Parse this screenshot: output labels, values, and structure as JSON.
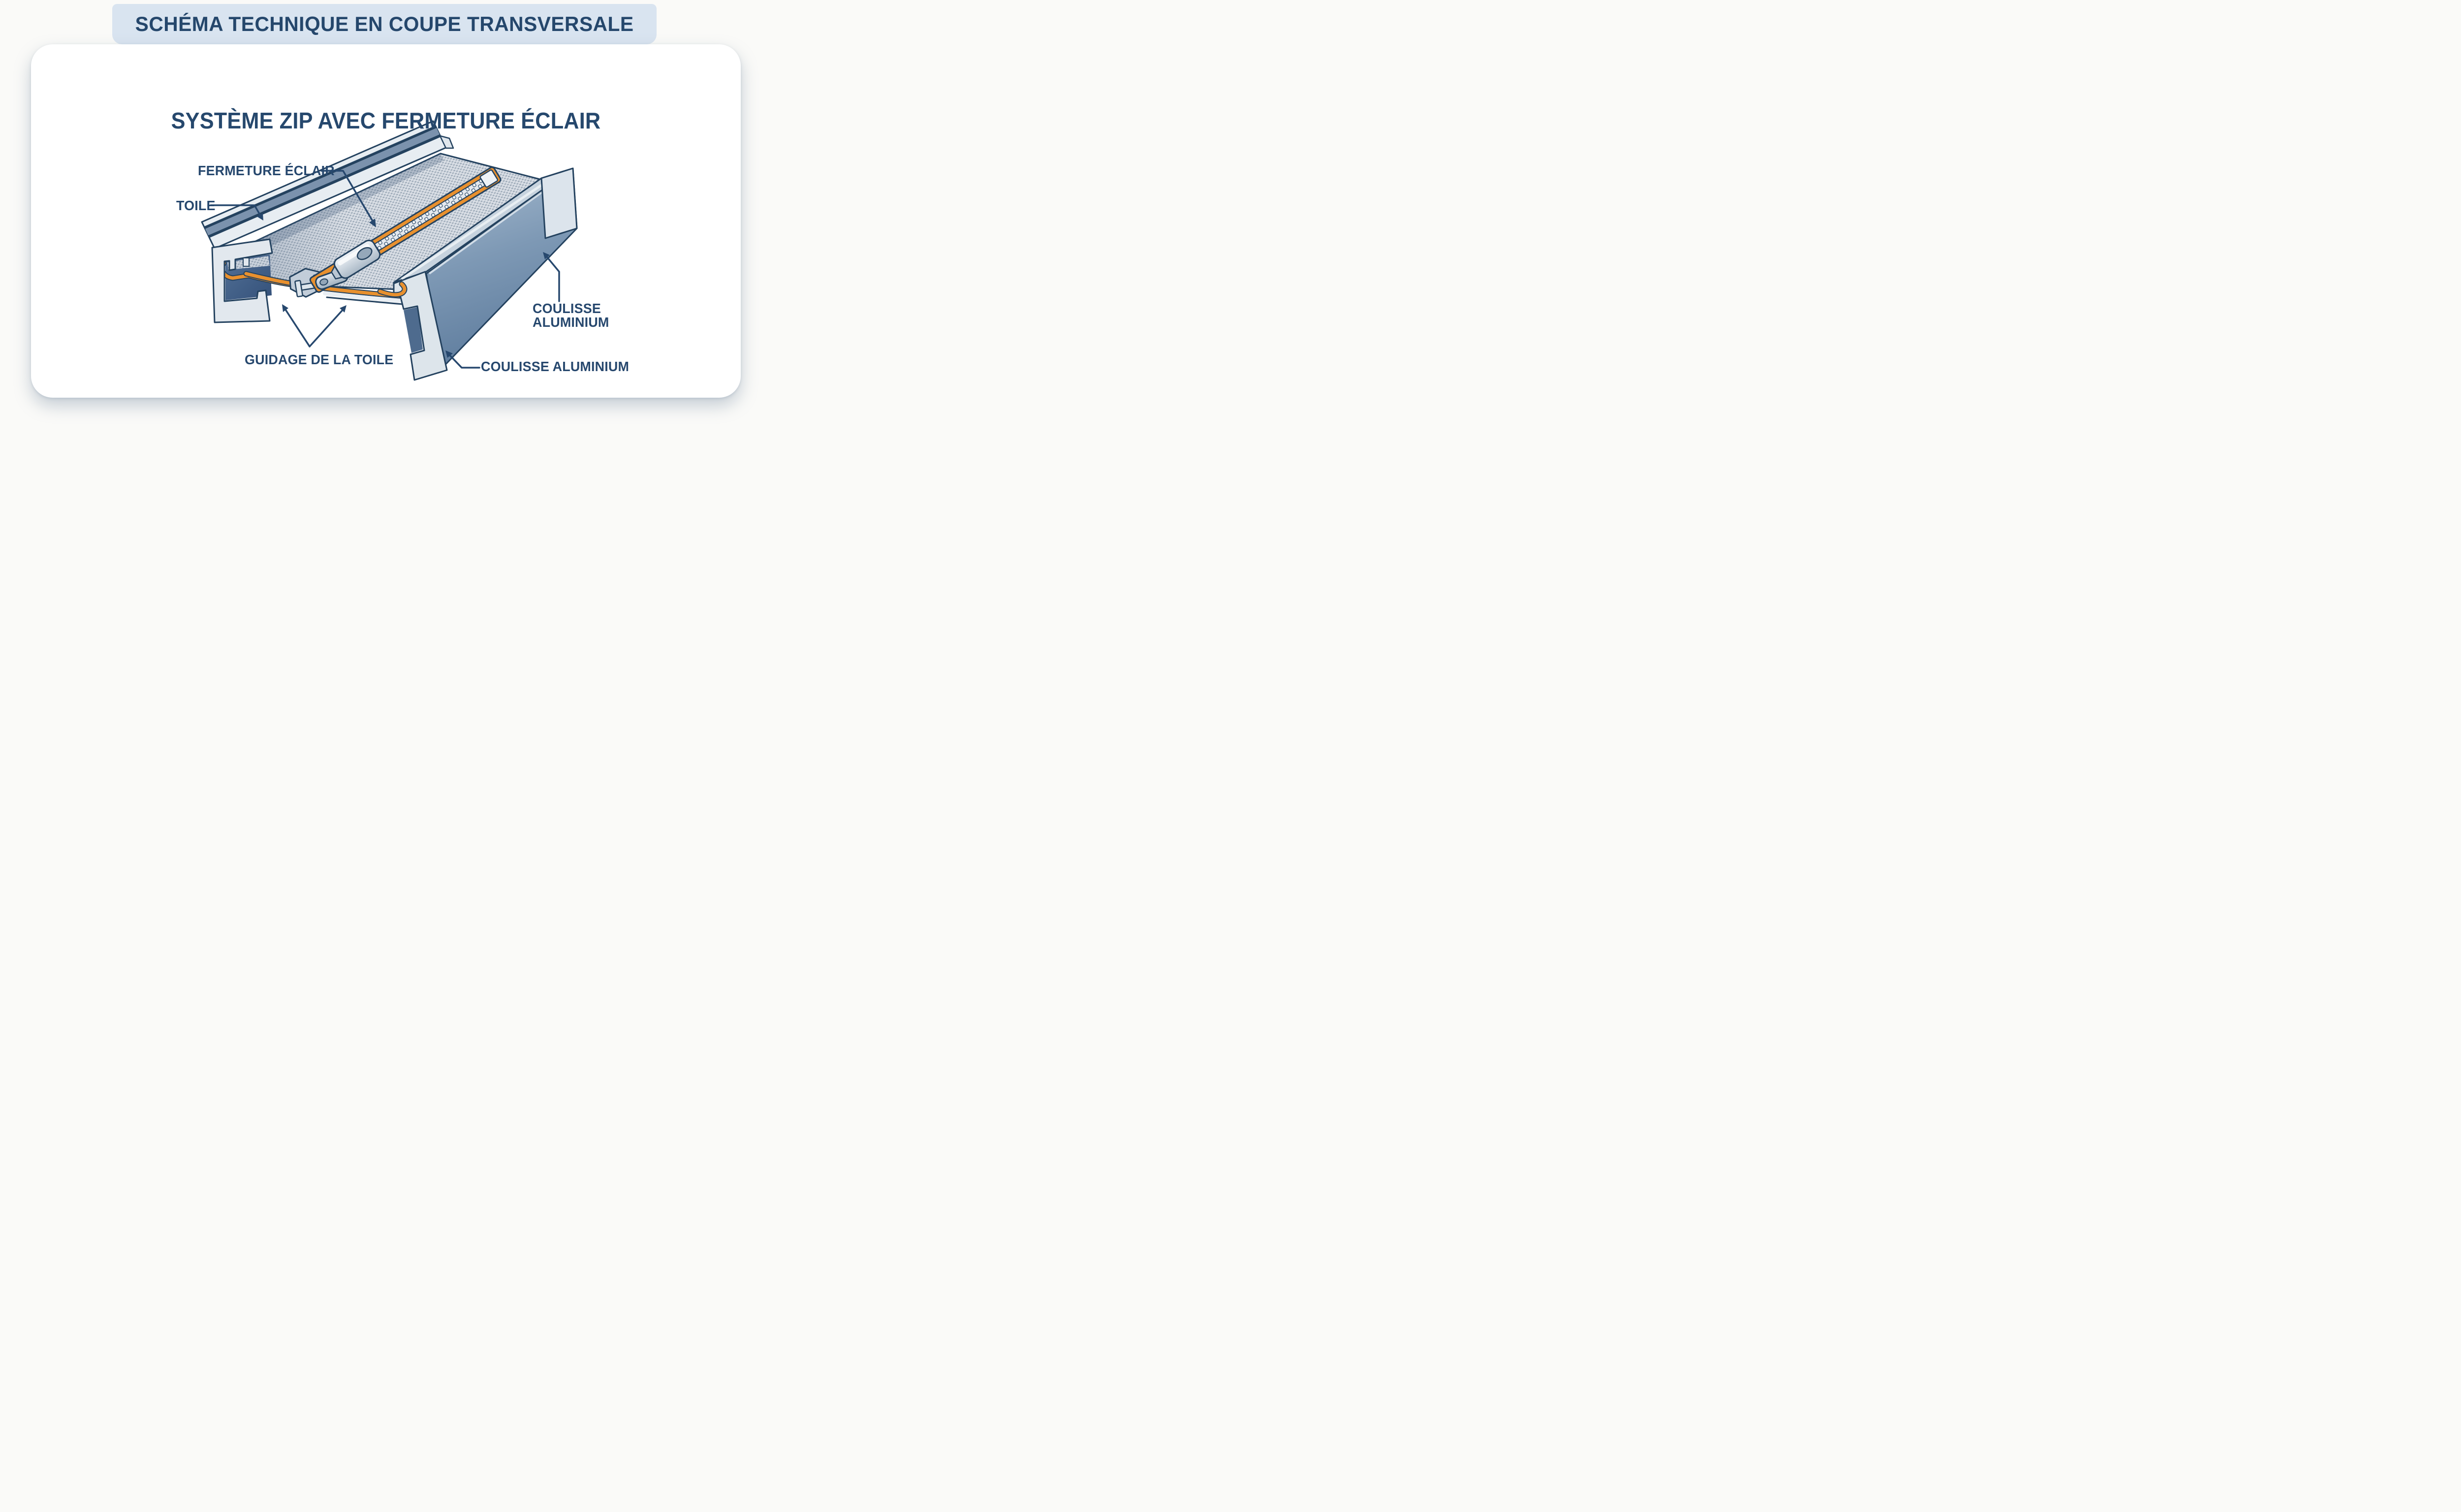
{
  "banner": {
    "title": "SCHÉMA TECHNIQUE EN COUPE TRANSVERSALE"
  },
  "diagram": {
    "title": "SYSTÈME ZIP AVEC FERMETURE ÉCLAIR",
    "labels": {
      "fermeture_eclair": "FERMETURE ÉCLAIR",
      "toile": "TOILE",
      "coulisse_right_line1": "COULISSE",
      "coulisse_right_line2": "ALUMINIUM",
      "guidage_toile": "GUIDAGE DE LA TOILE",
      "coulisse_bottom": "COULISSE ALUMINIUM"
    },
    "colors": {
      "page_background": "#fafaf8",
      "card_background": "#ffffff",
      "banner_background": "#d9e4f0",
      "text_navy": "#26486d",
      "outline_navy": "#24425f",
      "aluminium_light": "#e7edf2",
      "aluminium_mid": "#b9c6d3",
      "aluminium_blue": "#7b92ad",
      "aluminium_dark": "#4f6d92",
      "fabric_base": "#d9dee5",
      "fabric_dot": "#8e9dad",
      "accent_orange": "#e8902e",
      "teeth_white": "#f4f7fa"
    }
  }
}
